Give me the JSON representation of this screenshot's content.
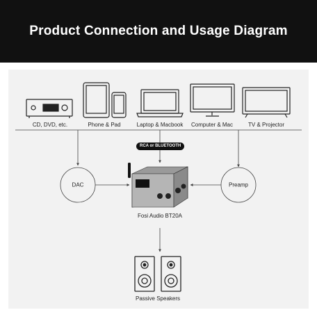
{
  "header": {
    "title": "Product Connection and Usage Diagram"
  },
  "sources": [
    {
      "label": "CD, DVD, etc.",
      "icon": "cd-player-icon"
    },
    {
      "label": "Phone & Pad",
      "icon": "phone-tablet-icon"
    },
    {
      "label": "Laptop & Macbook",
      "icon": "laptop-icon"
    },
    {
      "label": "Computer & Mac",
      "icon": "monitor-icon"
    },
    {
      "label": "TV & Projector",
      "icon": "tv-icon"
    }
  ],
  "connection": {
    "badge": "RCA or BLUETOOTH"
  },
  "nodes": {
    "dac": "DAC",
    "preamp": "Preamp"
  },
  "amplifier": {
    "label": "Fosi Audio BT20A",
    "icon": "amplifier-icon"
  },
  "speakers": {
    "label": "Passive Speakers",
    "icon": "speakers-icon"
  },
  "colors": {
    "banner_bg": "#111111",
    "panel_bg": "#f2f2f2",
    "line": "#444444"
  }
}
